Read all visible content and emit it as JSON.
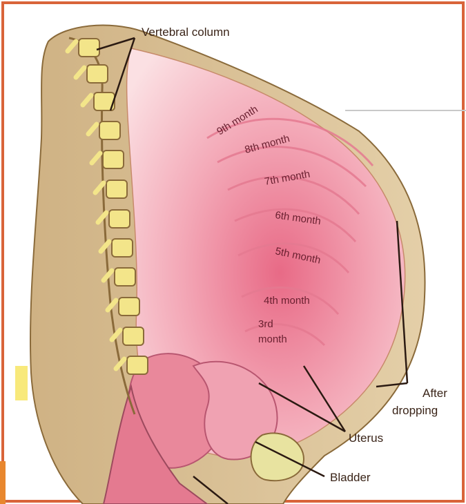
{
  "labels": {
    "vertebral_column": "Vertebral column",
    "uterus": "Uterus",
    "bladder": "Bladder",
    "after_dropping_line1": "After",
    "after_dropping_line2": "dropping"
  },
  "months": [
    "9th month",
    "8th month",
    "7th month",
    "6th month",
    "5th month",
    "4th month",
    "3rd",
    "month"
  ],
  "colors": {
    "frame": "#d9643a",
    "skin": "#dcc49a",
    "uterus": "#f2a5b4",
    "uterus_deep": "#e3667f",
    "bone": "#f3e58a",
    "bone_outline": "#8a6a3a"
  }
}
